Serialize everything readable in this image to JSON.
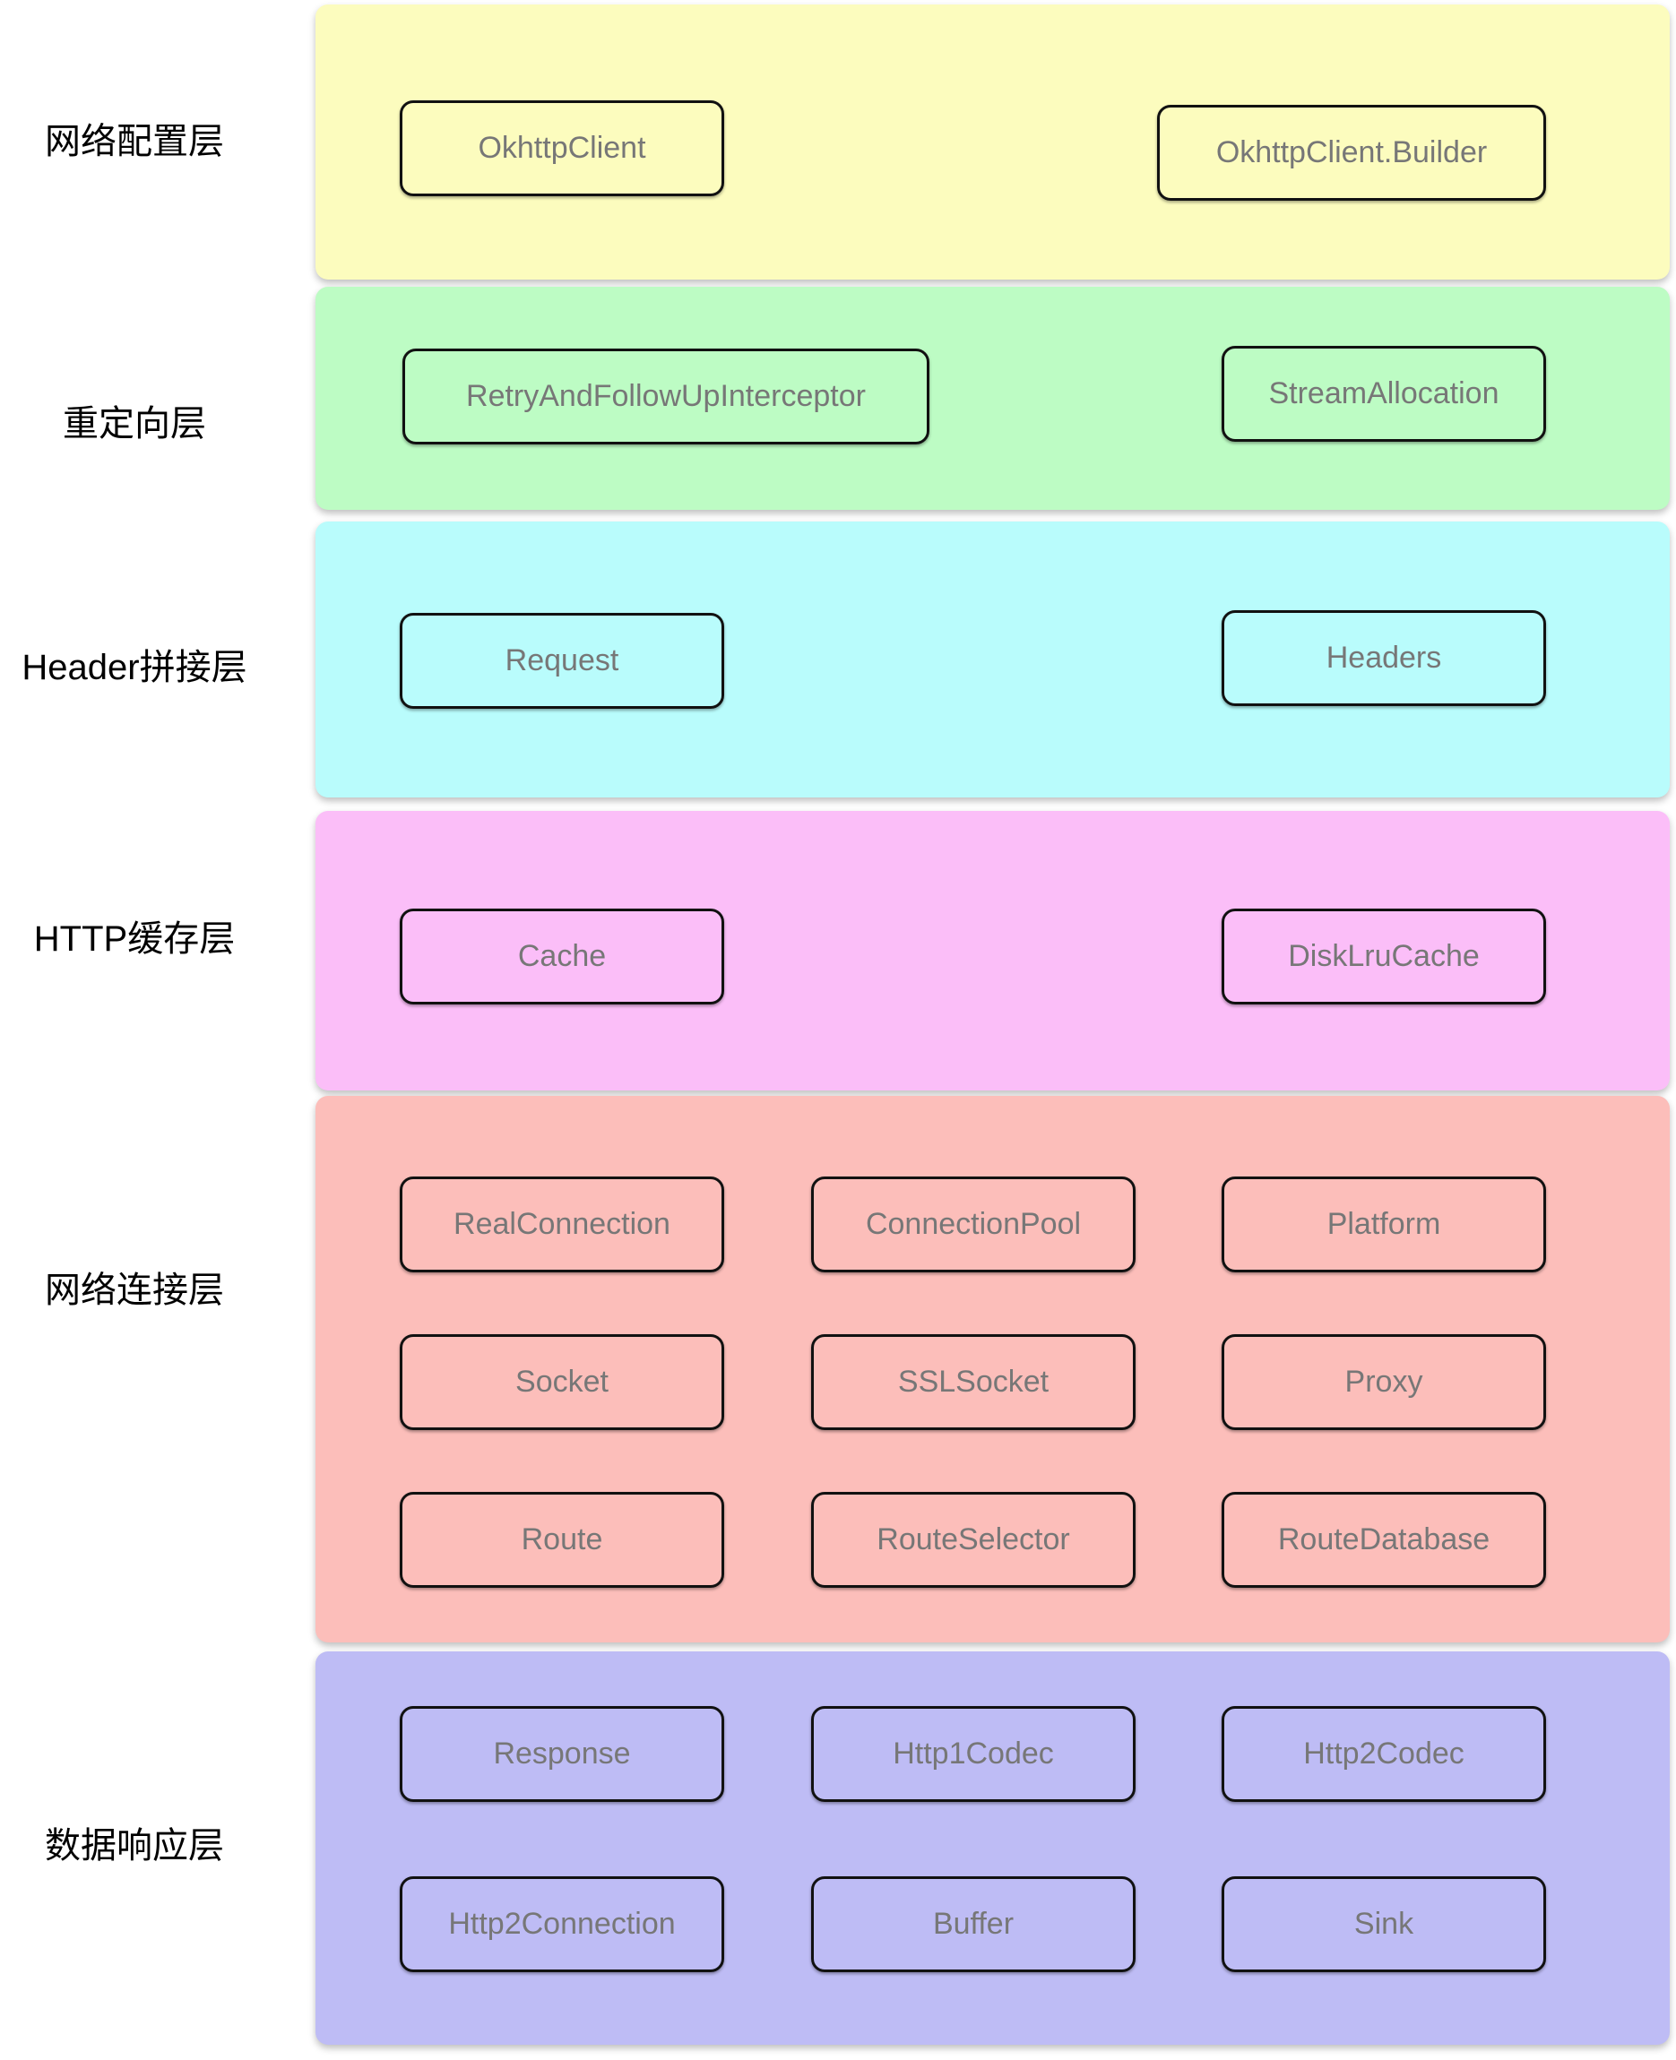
{
  "styles": {
    "background": "#ffffff",
    "box_text_color": "#777777",
    "box_border_color": "#111111",
    "label_color": "#000000"
  },
  "layers": [
    {
      "label": "网络配置层",
      "color": "#FCFCBE",
      "boxes": [
        "OkhttpClient",
        "OkhttpClient.Builder"
      ]
    },
    {
      "label": "重定向层",
      "color": "#BDFCC4",
      "boxes": [
        "RetryAndFollowUpInterceptor",
        "StreamAllocation"
      ]
    },
    {
      "label": "Header拼接层",
      "color": "#B9FCFC",
      "boxes": [
        "Request",
        "Headers"
      ]
    },
    {
      "label": "HTTP缓存层",
      "color": "#FBBEF8",
      "boxes": [
        "Cache",
        "DiskLruCache"
      ]
    },
    {
      "label": "网络连接层",
      "color": "#FCBEBA",
      "boxes": [
        "RealConnection",
        "ConnectionPool",
        "Platform",
        "Socket",
        "SSLSocket",
        "Proxy",
        "Route",
        "RouteSelector",
        "RouteDatabase"
      ]
    },
    {
      "label": "数据响应层",
      "color": "#BEBCF5",
      "boxes": [
        "Response",
        "Http1Codec",
        "Http2Codec",
        "Http2Connection",
        "Buffer",
        "Sink"
      ]
    }
  ]
}
